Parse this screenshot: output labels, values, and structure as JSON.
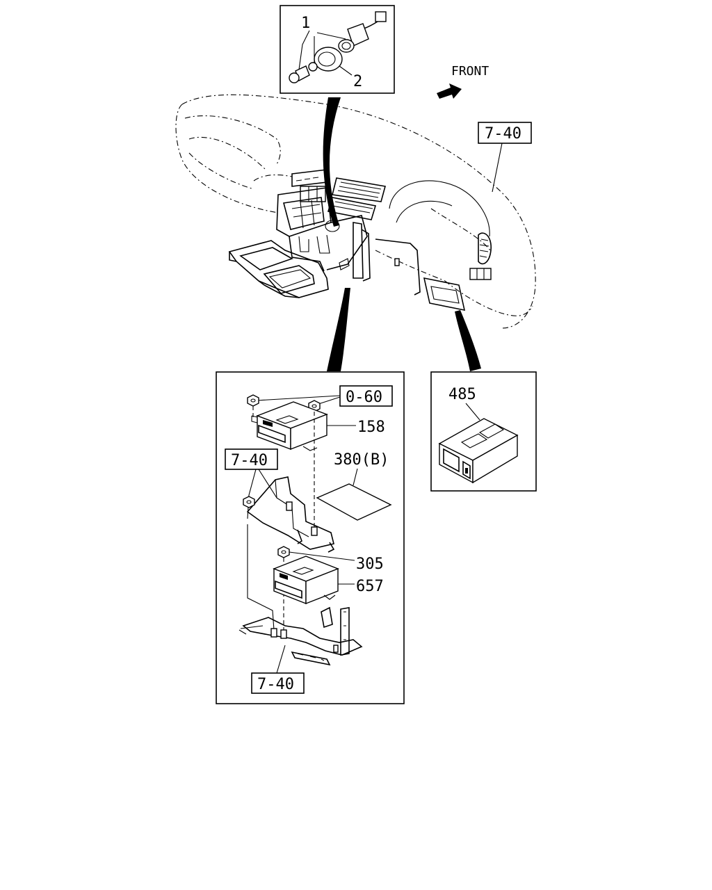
{
  "direction": {
    "label": "FRONT"
  },
  "refs": {
    "dashboard_ref": "7-40",
    "bolt_ref": "0-60",
    "bracket_ref_upper": "7-40",
    "bracket_ref_lower": "7-40"
  },
  "parts": {
    "p1": "1",
    "p2": "2",
    "p158": "158",
    "p380": "380(B)",
    "p305": "305",
    "p657": "657",
    "p485": "485"
  }
}
